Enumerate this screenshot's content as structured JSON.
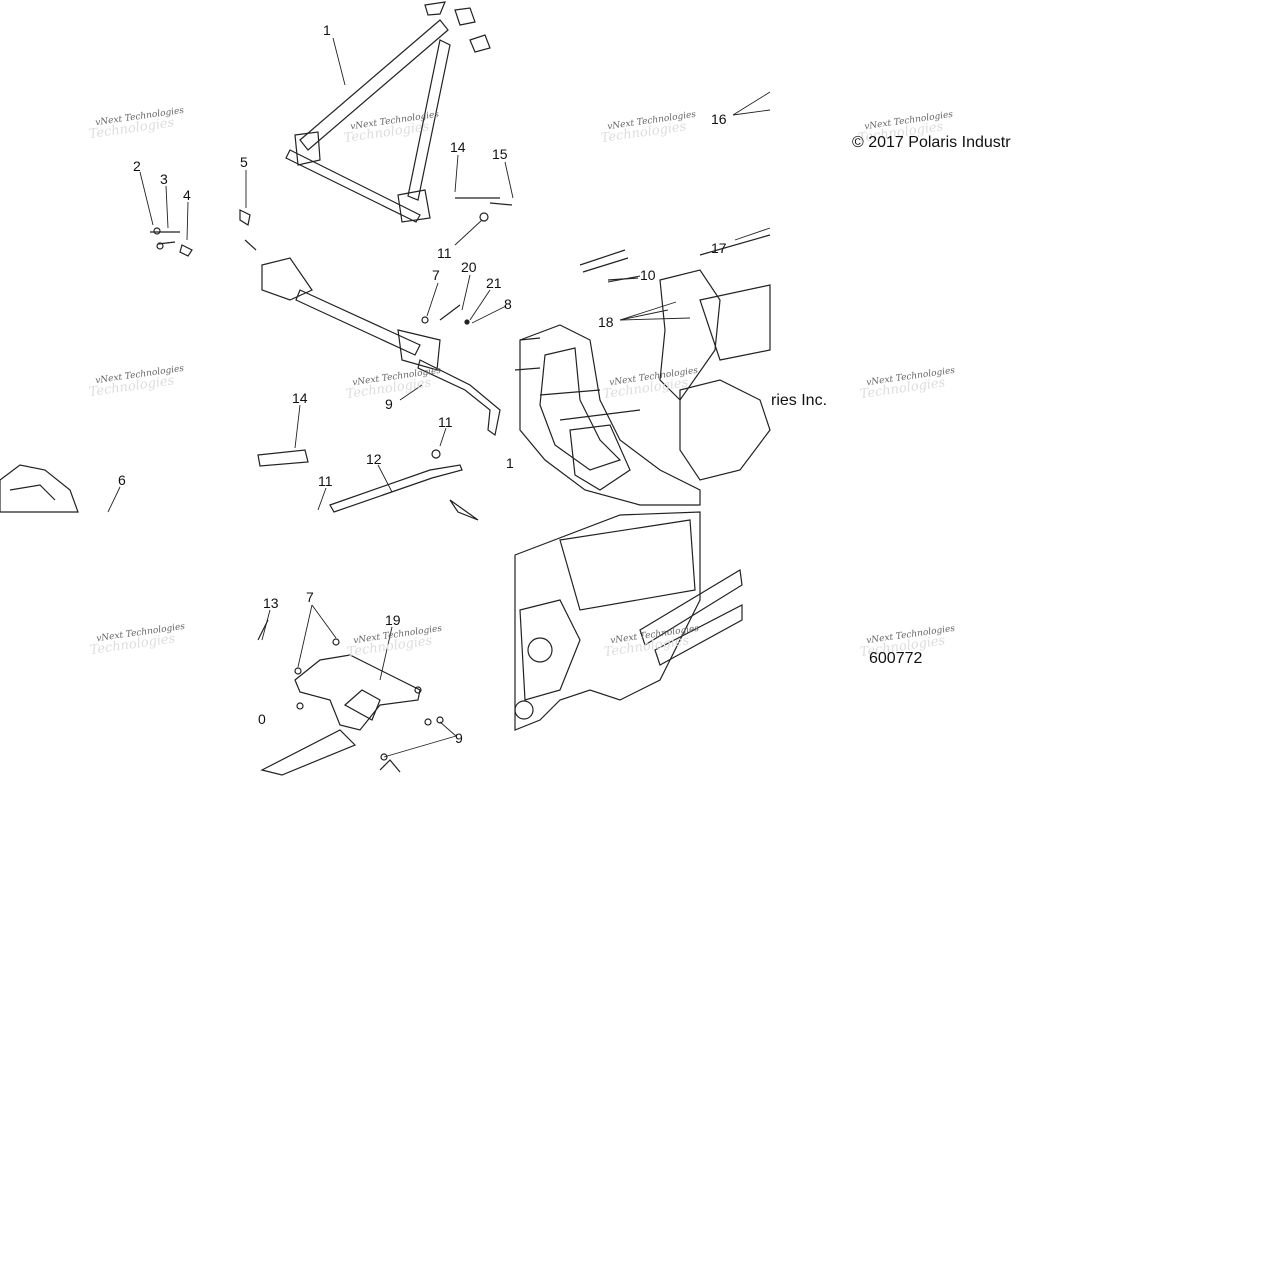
{
  "copyright_text": "© 2017 Polaris Industr",
  "copyright_fragment": "ries Inc.",
  "figure_number": "600772",
  "watermark_text": "vNext Technologies",
  "callouts": [
    {
      "label": "1"
    },
    {
      "label": "2"
    },
    {
      "label": "3"
    },
    {
      "label": "4"
    },
    {
      "label": "5"
    },
    {
      "label": "14"
    },
    {
      "label": "15"
    },
    {
      "label": "11"
    },
    {
      "label": "7"
    },
    {
      "label": "20"
    },
    {
      "label": "21"
    },
    {
      "label": "8"
    },
    {
      "label": "9"
    },
    {
      "label": "14"
    },
    {
      "label": "11"
    },
    {
      "label": "12"
    },
    {
      "label": "11"
    },
    {
      "label": "6"
    },
    {
      "label": "1"
    },
    {
      "label": "16"
    },
    {
      "label": "17"
    },
    {
      "label": "10"
    },
    {
      "label": "18"
    },
    {
      "label": "13"
    },
    {
      "label": "7"
    },
    {
      "label": "19"
    },
    {
      "label": "0"
    },
    {
      "label": "9"
    }
  ]
}
